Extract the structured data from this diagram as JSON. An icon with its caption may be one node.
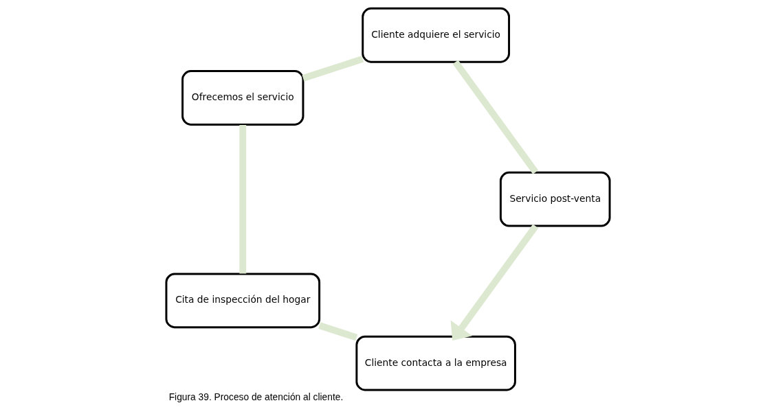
{
  "diagram": {
    "caption": "Figura 39. Proceso de atención al cliente.",
    "nodes": [
      {
        "text": [
          "Cliente contacta a la empresa"
        ]
      },
      {
        "text": [
          "Cita de inspección del hogar"
        ]
      },
      {
        "text": [
          "Ofrecemos el servicio"
        ]
      },
      {
        "text": [
          "Cliente adquiere el servicio"
        ]
      },
      {
        "text": [
          "Servicio post-venta"
        ]
      }
    ],
    "edges": [
      {
        "from": 0,
        "to": 1,
        "arrow": "none"
      },
      {
        "from": 1,
        "to": 2,
        "arrow": "none"
      },
      {
        "from": 2,
        "to": 3,
        "arrow": "none"
      },
      {
        "from": 3,
        "to": 4,
        "arrow": "none"
      },
      {
        "from": 4,
        "to": 0,
        "arrow": "to"
      }
    ]
  }
}
